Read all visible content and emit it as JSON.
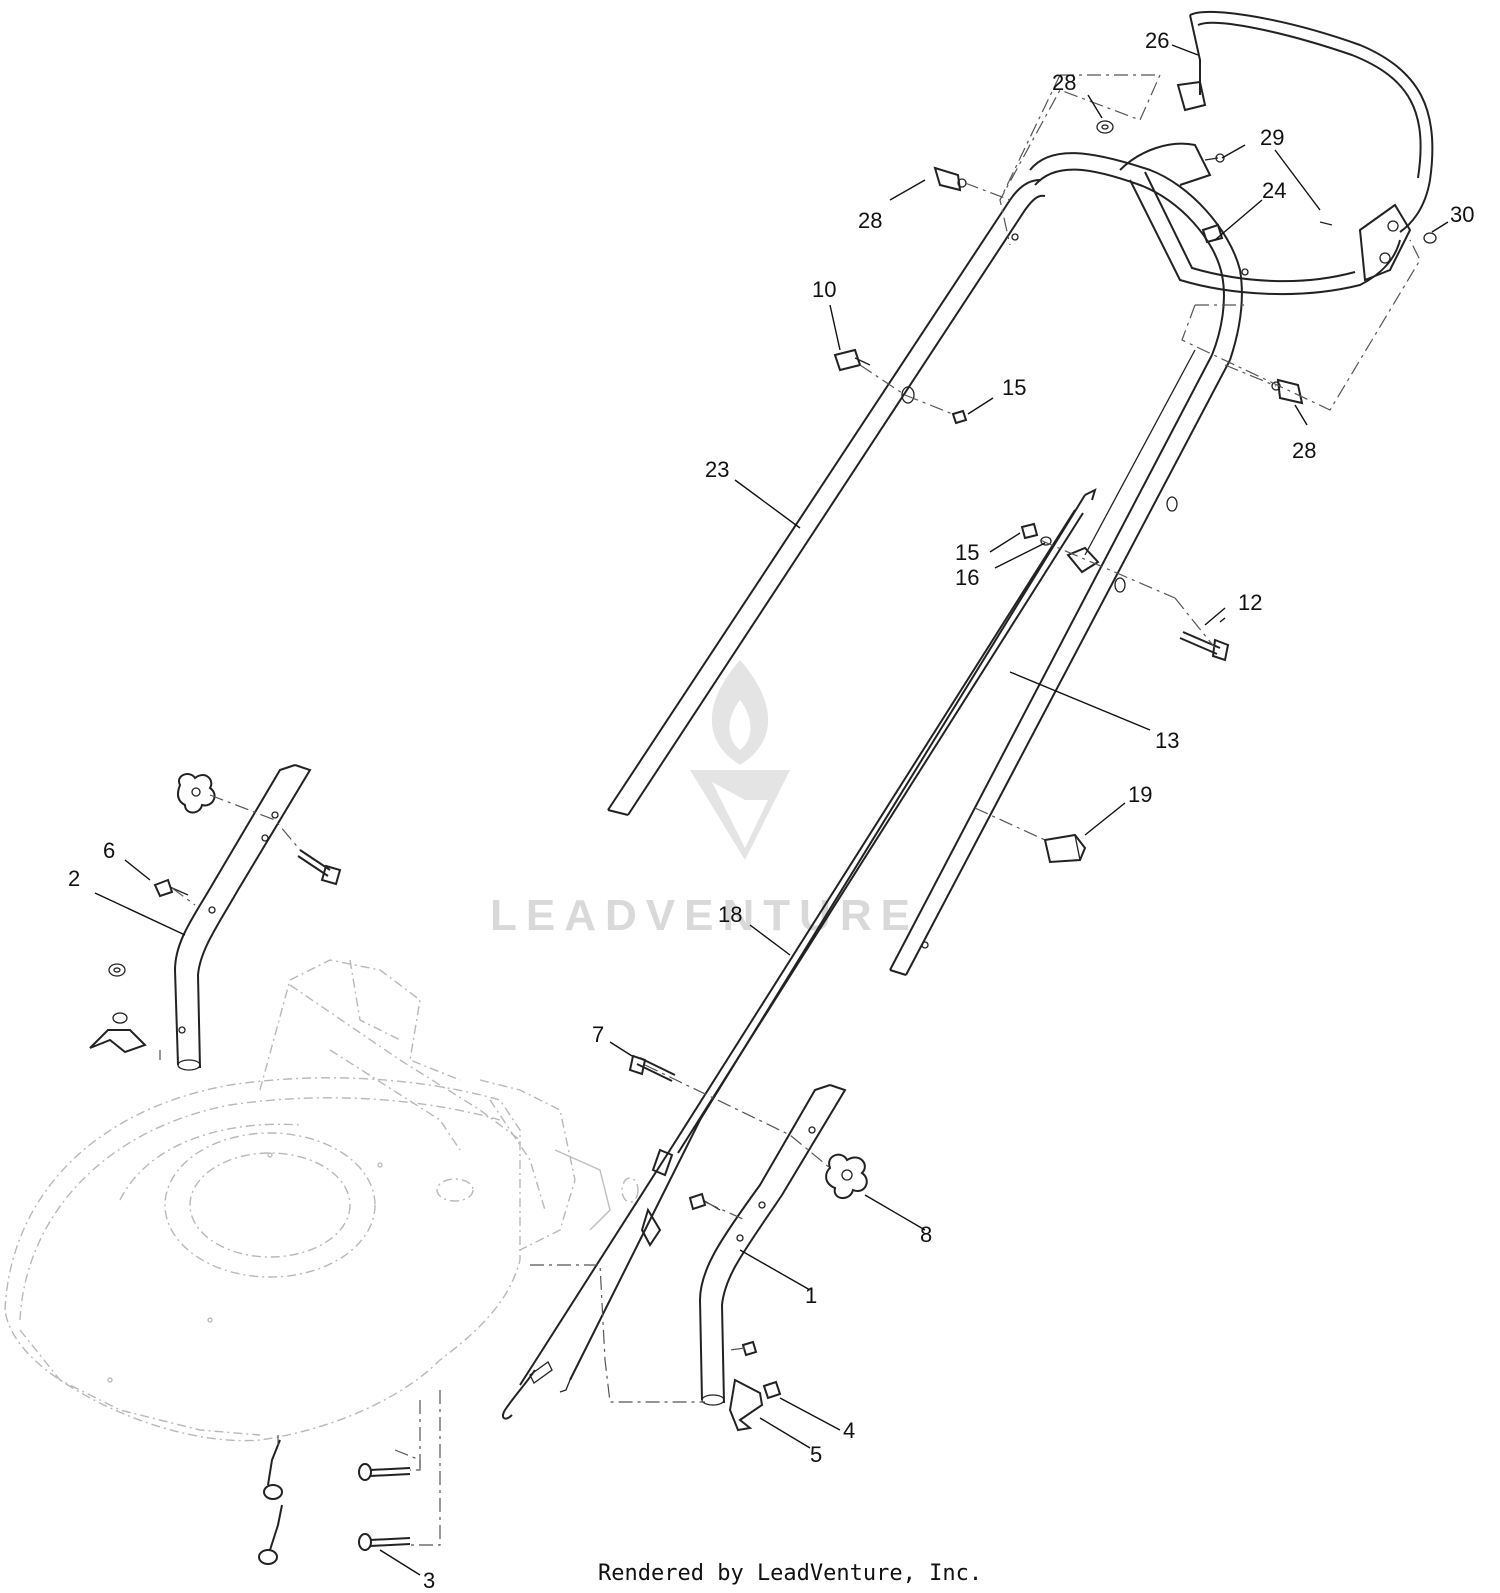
{
  "diagram": {
    "callouts": [
      "26",
      "28",
      "29",
      "24",
      "30",
      "28",
      "10",
      "15",
      "28",
      "23",
      "15",
      "16",
      "12",
      "13",
      "19",
      "6",
      "2",
      "18",
      "7",
      "8",
      "1",
      "4",
      "5",
      "3"
    ],
    "footer": "Rendered by LeadVenture, Inc.",
    "watermark": "LEADVENTURE"
  }
}
